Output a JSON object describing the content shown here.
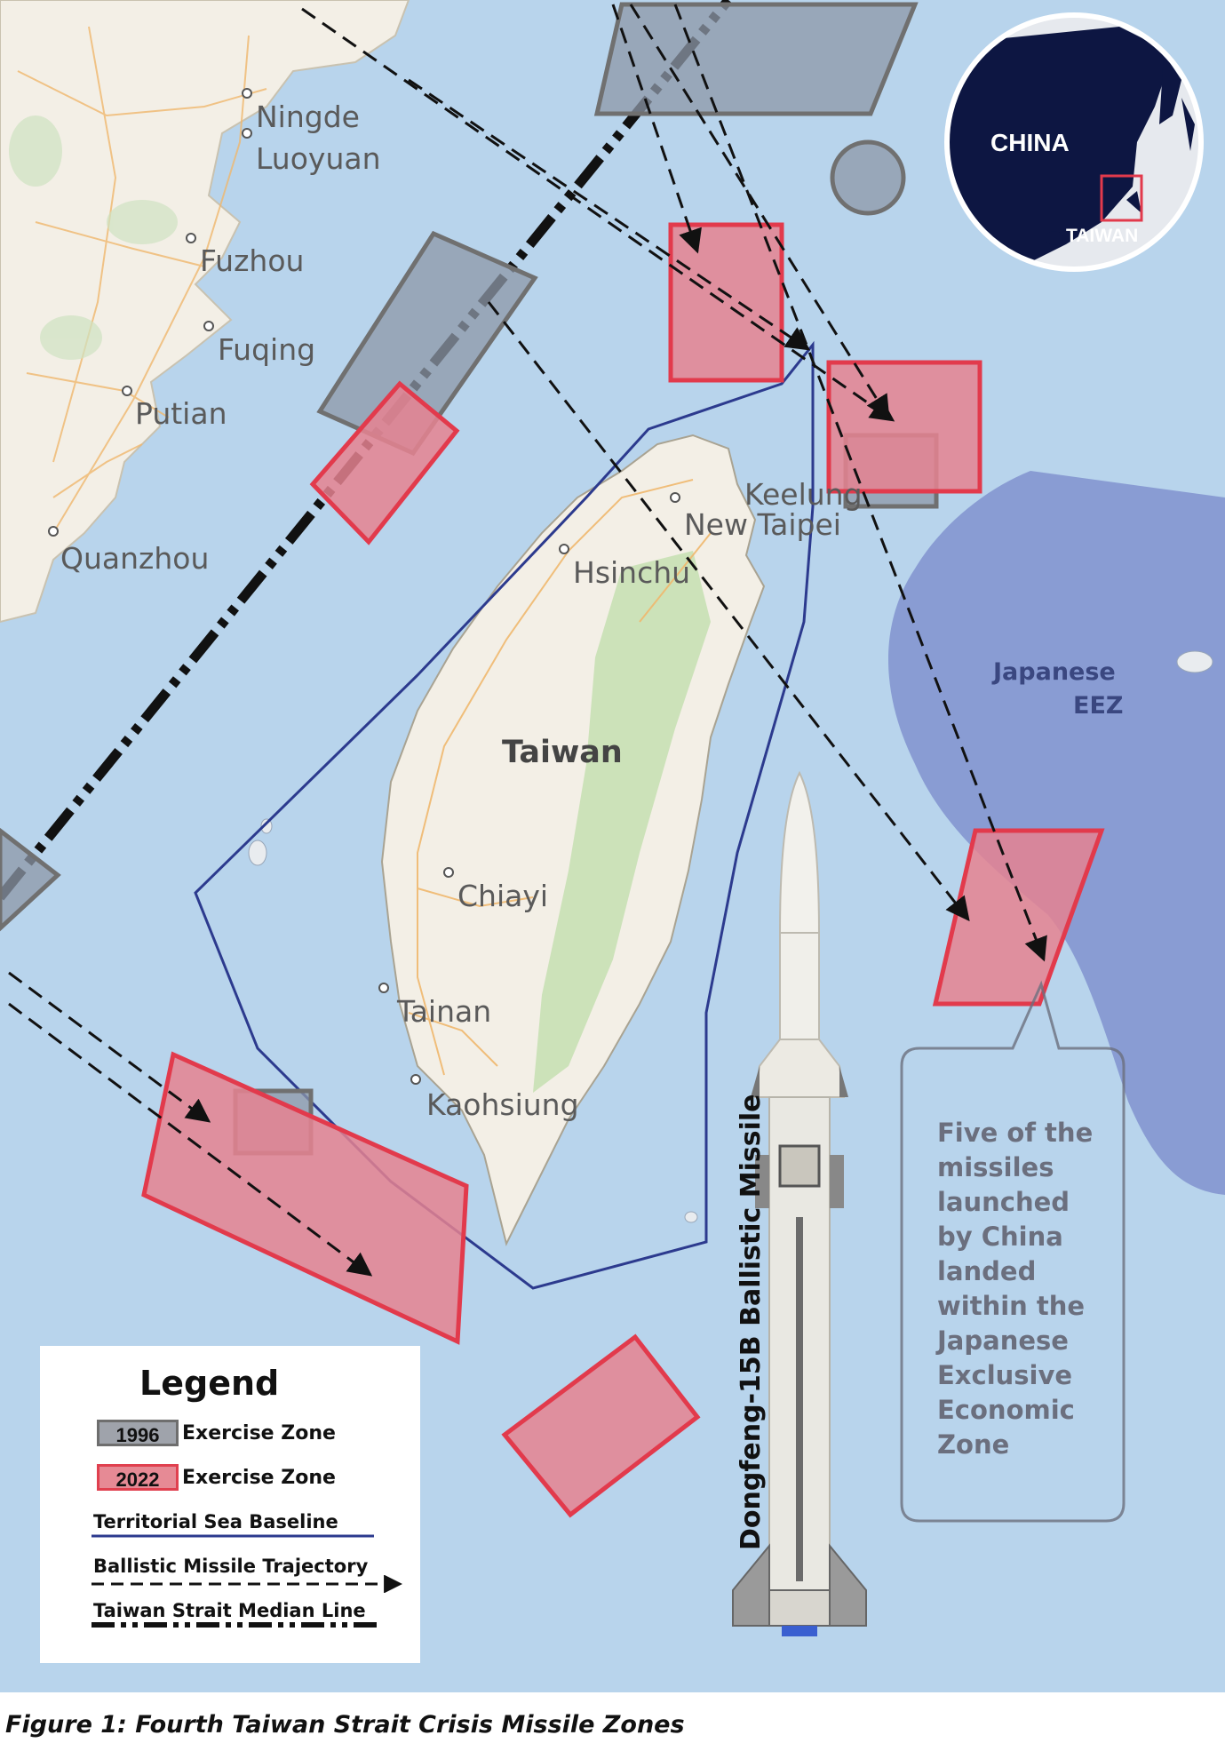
{
  "places": {
    "ningde": "Ningde",
    "luoyuan": "Luoyuan",
    "fuzhou": "Fuzhou",
    "fuqing": "Fuqing",
    "putian": "Putian",
    "quanzhou": "Quanzhou",
    "keelung": "Keelung",
    "new_taipei": "New Taipei",
    "hsinchu": "Hsinchu",
    "taiwan": "Taiwan",
    "chiayi": "Chiayi",
    "tainan": "Tainan",
    "kaohsiung": "Kaohsiung"
  },
  "eez": {
    "line1": "Japanese",
    "line2": "EEZ"
  },
  "inset": {
    "china": "CHINA",
    "taiwan": "TAIWAN"
  },
  "callout": {
    "lines": [
      "Five of the",
      "missiles",
      "launched",
      "by China",
      "landed",
      "within the",
      "Japanese",
      "Exclusive",
      "Economic",
      "Zone"
    ]
  },
  "missile_label": "Dongfeng-15B Ballistic Missile",
  "legend": {
    "title": "Legend",
    "zone_1996_year": "1996",
    "zone_1996_text": "Exercise Zone",
    "zone_2022_year": "2022",
    "zone_2022_text": "Exercise Zone",
    "baseline": "Territorial Sea Baseline",
    "trajectory": "Ballistic Missile Trajectory",
    "median": "Taiwan Strait Median Line"
  },
  "caption": "Figure 1: Fourth Taiwan Strait Crisis Missile Zones",
  "colors": {
    "sea": "#b8d4ec",
    "land": "#f3efe6",
    "zone_1996_fill": "#8e98a8",
    "zone_1996_stroke": "#707070",
    "zone_2022_fill": "#e58390",
    "zone_2022_stroke": "#e23a4c",
    "baseline": "#2c3a8e",
    "eez": "#7a8acb"
  }
}
